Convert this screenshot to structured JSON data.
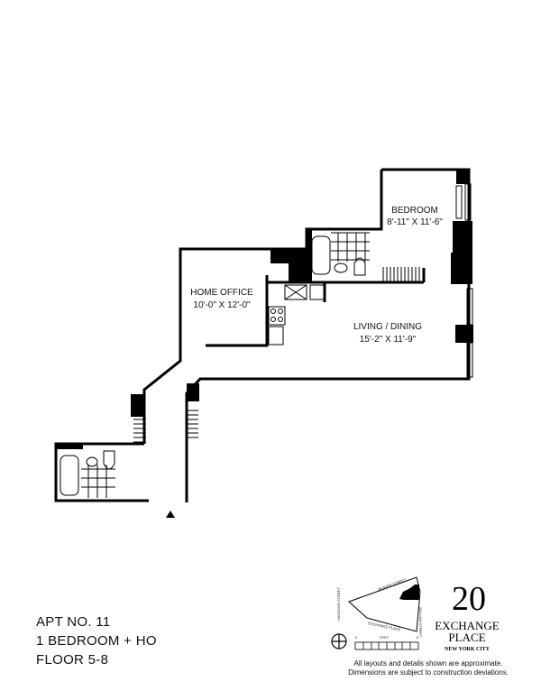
{
  "rooms": {
    "bedroom": {
      "name": "BEDROOM",
      "size": "8'-11\" X 11'-6\""
    },
    "home_office": {
      "name": "HOME OFFICE",
      "size": "10'-0\" X 12'-0\""
    },
    "living": {
      "name": "LIVING / DINING",
      "size": "15'-2\" X 11'-9\""
    }
  },
  "apartment": {
    "number": "APT NO. 11",
    "type": "1 BEDROOM + HO",
    "floors": "FLOOR 5-8"
  },
  "logo": {
    "number": "20",
    "line1": "EXCHANGE",
    "line2": "PLACE",
    "city": "NEW YORK CITY"
  },
  "key_plan": {
    "streets": [
      "BEAVER STREET",
      "WILLIAM STREET",
      "EXCHANGE PLACE",
      "HANOVER STREET"
    ],
    "scale_label": "FEET",
    "scale_min": "0",
    "scale_max": "8"
  },
  "disclaimer": {
    "line1": "All layouts and details shown are approximate.",
    "line2": "Dimensions are subject to construction deviations."
  }
}
